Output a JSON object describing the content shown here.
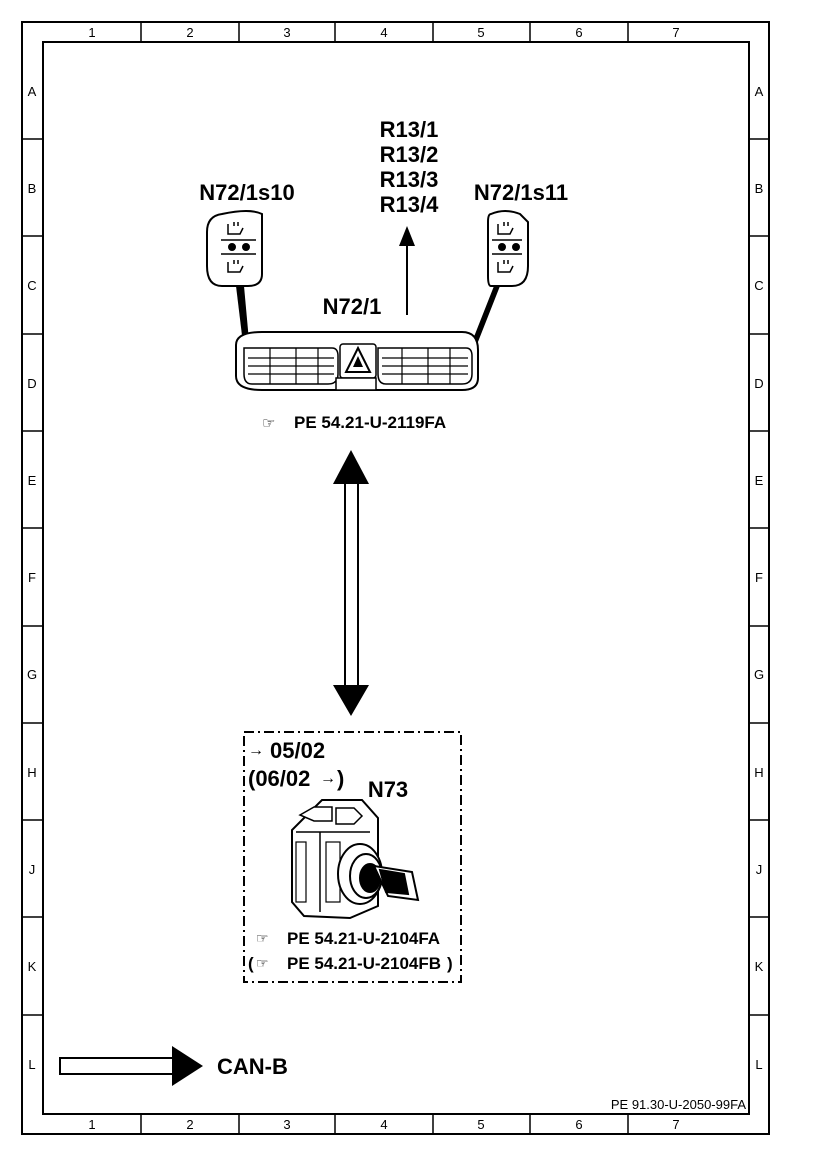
{
  "grid": {
    "columns": [
      "1",
      "2",
      "3",
      "4",
      "5",
      "6",
      "7"
    ],
    "rows": [
      "A",
      "B",
      "C",
      "D",
      "E",
      "F",
      "G",
      "H",
      "J",
      "K",
      "L"
    ]
  },
  "components": {
    "left_switch": "N72/1s10",
    "right_switch": "N72/1s11",
    "center_panel": "N72/1",
    "resistors": [
      "R13/1",
      "R13/2",
      "R13/3",
      "R13/4"
    ],
    "ignition_switch": "N73"
  },
  "references": {
    "center_panel_ref": "PE  54.21-U-2119FA",
    "n73_ref_1": "PE  54.21-U-2104FA",
    "n73_ref_2": "PE  54.21-U-2104FB"
  },
  "dates": {
    "up_to": "05/02",
    "from": "(06/02"
  },
  "legend": {
    "can_label": "CAN-B"
  },
  "footer": {
    "doc_id": "PE 91.30-U-2050-99FA"
  }
}
